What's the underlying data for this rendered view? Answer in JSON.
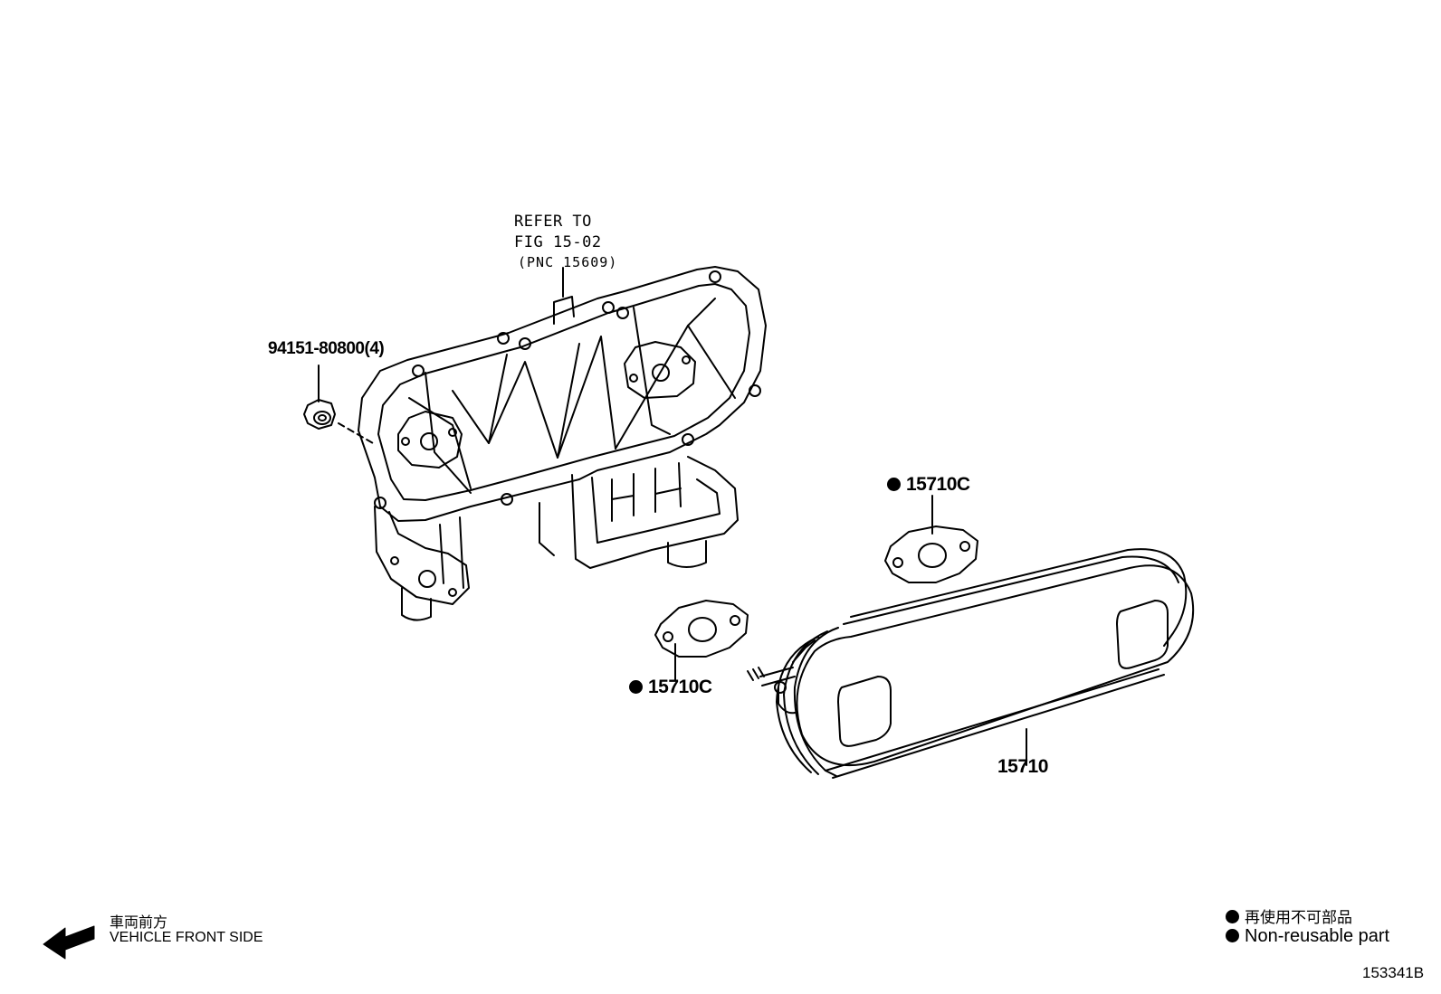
{
  "labels": {
    "refer_line1": "REFER TO",
    "refer_line2": "FIG 15-02",
    "refer_line3": "(PNC 15609)",
    "bolt_part": "94151-80800(4)",
    "gasket_upper": "15710C",
    "gasket_lower": "15710C",
    "cooler_part": "15710"
  },
  "direction": {
    "jp": "車両前方",
    "en": "VEHICLE FRONT SIDE"
  },
  "legend": {
    "jp": "再使用不可部品",
    "en": "Non-reusable part"
  },
  "figure_id": "153341B"
}
